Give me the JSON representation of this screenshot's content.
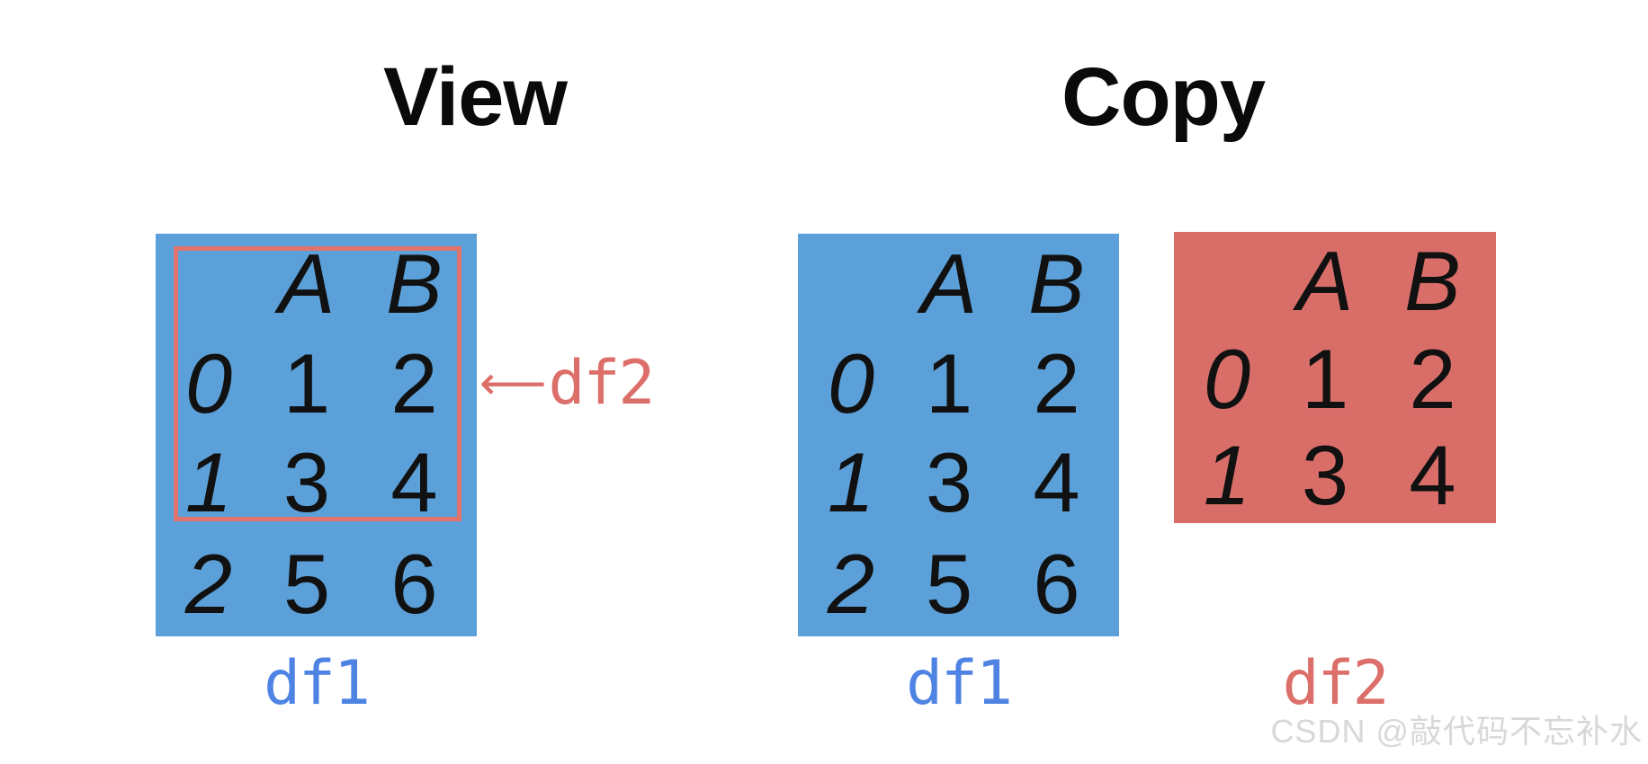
{
  "titles": {
    "view": "View",
    "copy": "Copy"
  },
  "view": {
    "title": "View",
    "table": {
      "label": "df1",
      "columns": [
        "A",
        "B"
      ],
      "rows": [
        {
          "index": "0",
          "a": "1",
          "b": "2"
        },
        {
          "index": "1",
          "a": "3",
          "b": "4"
        },
        {
          "index": "2",
          "a": "5",
          "b": "6"
        }
      ]
    },
    "annotation": {
      "arrow": "⟵",
      "text": "df2"
    }
  },
  "copy": {
    "title": "Copy",
    "df1": {
      "label": "df1",
      "columns": [
        "A",
        "B"
      ],
      "rows": [
        {
          "index": "0",
          "a": "1",
          "b": "2"
        },
        {
          "index": "1",
          "a": "3",
          "b": "4"
        },
        {
          "index": "2",
          "a": "5",
          "b": "6"
        }
      ]
    },
    "df2": {
      "label": "df2",
      "columns": [
        "A",
        "B"
      ],
      "rows": [
        {
          "index": "0",
          "a": "1",
          "b": "2"
        },
        {
          "index": "1",
          "a": "3",
          "b": "4"
        }
      ]
    }
  },
  "watermark": "CSDN @敲代码不忘补水",
  "colors": {
    "blue_table": "#5BA0D8",
    "red_table": "#D96E69",
    "outline": "#E2746E",
    "df1_label": "#4E83E4",
    "df2_label": "#DC6F6A",
    "arrow_label": "#DC6F6A",
    "watermark": "#D8D8D8",
    "text": "#111111",
    "title": "#0A0A0A"
  }
}
